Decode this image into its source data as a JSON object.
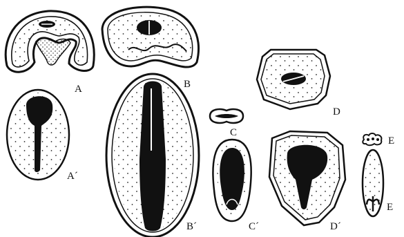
{
  "labels": {
    "A": "A",
    "A_prime": "A´",
    "B": "B",
    "B_prime": "B´",
    "C": "C",
    "C_prime": "C´",
    "D": "D",
    "D_prime": "D´",
    "E": "E",
    "E_prime": "E"
  },
  "colors": {
    "ink": "#111111",
    "paper": "#ffffff"
  }
}
